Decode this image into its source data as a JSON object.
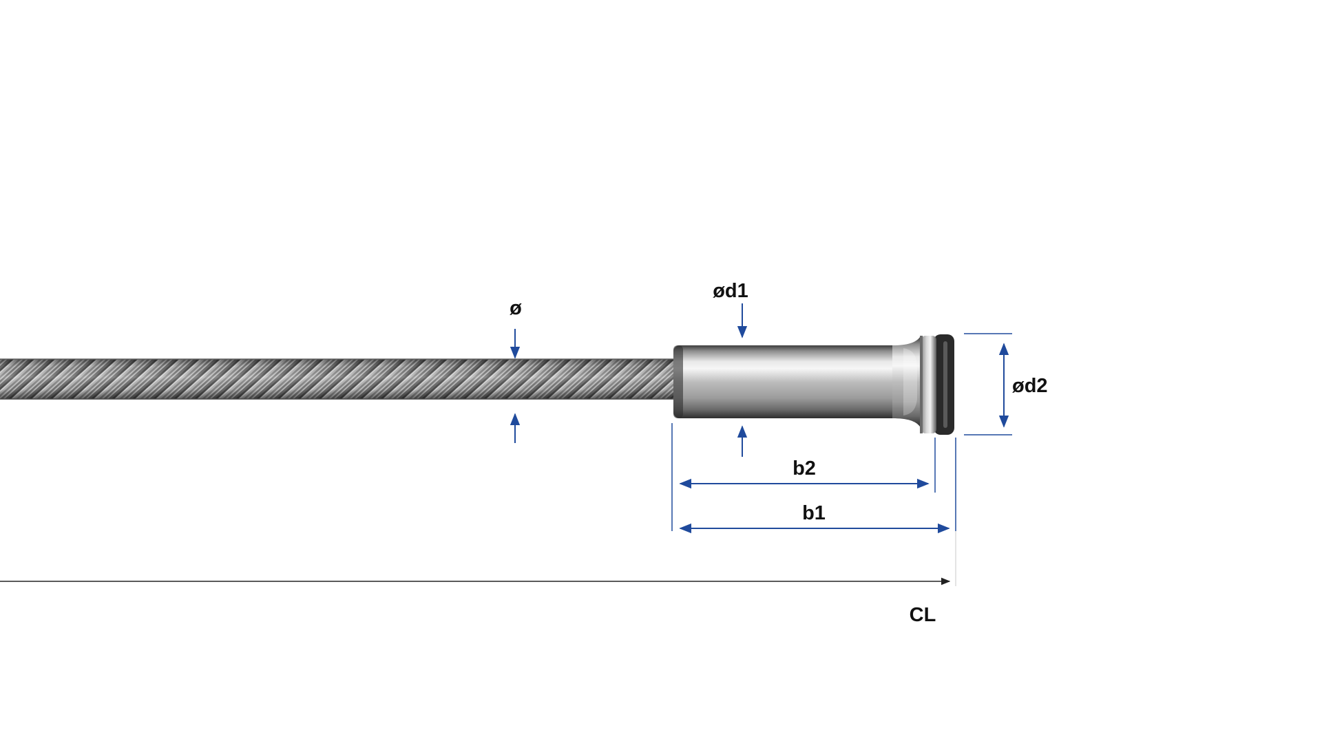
{
  "labels": {
    "diameter": "ø",
    "d1": "ød1",
    "d2": "ød2",
    "b2": "b2",
    "b1": "b1",
    "cl": "CL"
  },
  "colors": {
    "background": "#ffffff",
    "dimension_blue": "#1f4a9c",
    "label_text": "#111111",
    "axis_line": "#222222",
    "cable_steel": "#8e8e8e",
    "fitting_steel": "#b9b9b9"
  },
  "icons": {
    "cable": "wire-rope",
    "fitting": "swaged-terminal"
  }
}
